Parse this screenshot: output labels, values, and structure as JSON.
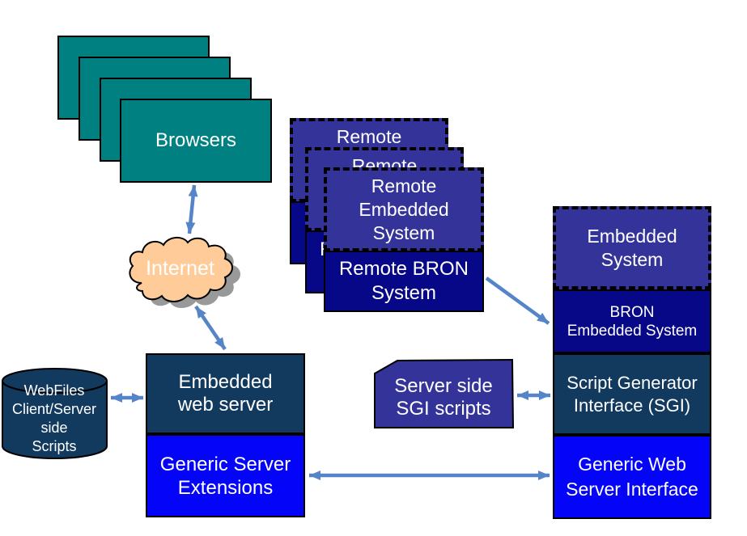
{
  "colors": {
    "teal": "#008080",
    "purple_blue": "#333399",
    "navy": "#070887",
    "dark_slate": "#123A5F",
    "bright_blue": "#0404F8",
    "cloud_fill": "#FFCC99",
    "shadow": "#999999",
    "arrow": "#5585C8",
    "border": "#000000",
    "text": "#FFFFFF"
  },
  "nodes": {
    "browsers": {
      "label": "Browsers"
    },
    "internet": {
      "label": "Internet"
    },
    "remote_embedded_system": {
      "line1": "Remote",
      "line2": "Embedded",
      "line3": "System"
    },
    "remote_bron_system": {
      "line1": "Remote BRON",
      "line2": "System"
    },
    "embedded_system": {
      "line1": "Embedded",
      "line2": "System"
    },
    "bron_embedded_system": {
      "line1": "BRON",
      "line2": "Embedded System"
    },
    "script_generator_interface": {
      "line1": "Script Generator",
      "line2": "Interface (SGI)"
    },
    "generic_web_server_interface": {
      "line1": "Generic Web",
      "line2": "Server Interface"
    },
    "embedded_web_server": {
      "line1": "Embedded",
      "line2": "web server"
    },
    "generic_server_extensions": {
      "line1": "Generic Server",
      "line2": "Extensions"
    },
    "webfiles_scripts": {
      "line1": "WebFiles",
      "line2": "Client/Server",
      "line3": "side",
      "line4": "Scripts"
    },
    "server_side_sgi_scripts": {
      "line1": "Server side",
      "line2": "SGI scripts"
    }
  },
  "connections": [
    {
      "from": "browsers",
      "to": "internet",
      "direction": "both"
    },
    {
      "from": "internet",
      "to": "embedded_web_server",
      "direction": "both"
    },
    {
      "from": "webfiles_scripts",
      "to": "embedded_web_server",
      "direction": "both"
    },
    {
      "from": "remote_bron_system",
      "to": "bron_embedded_system",
      "direction": "single"
    },
    {
      "from": "server_side_sgi_scripts",
      "to": "script_generator_interface",
      "direction": "both"
    },
    {
      "from": "generic_server_extensions",
      "to": "generic_web_server_interface",
      "direction": "both"
    }
  ]
}
